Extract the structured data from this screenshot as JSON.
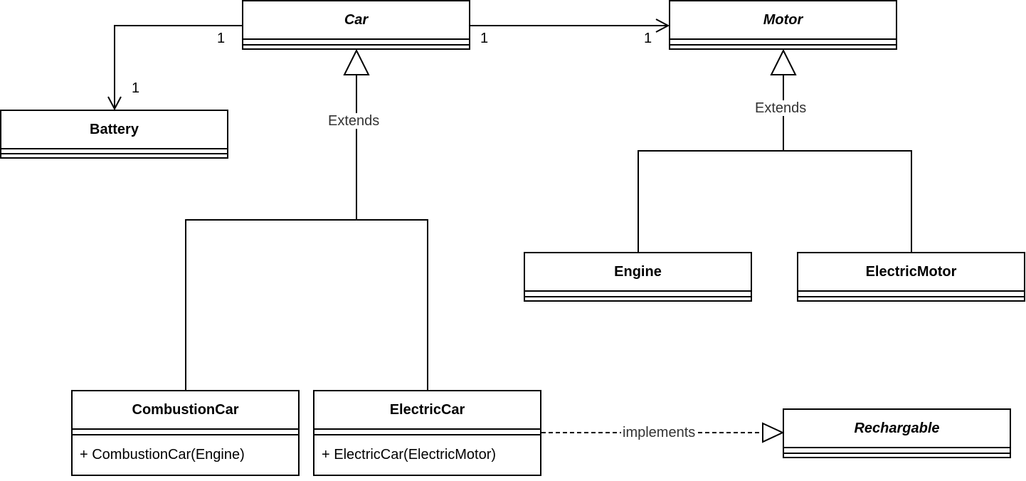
{
  "classes": {
    "car": {
      "name": "Car"
    },
    "motor": {
      "name": "Motor"
    },
    "battery": {
      "name": "Battery"
    },
    "engine": {
      "name": "Engine"
    },
    "electric_motor": {
      "name": "ElectricMotor"
    },
    "combustion_car": {
      "name": "CombustionCar",
      "members": [
        "+ CombustionCar(Engine)"
      ]
    },
    "electric_car": {
      "name": "ElectricCar",
      "members": [
        "+ ElectricCar(ElectricMotor)"
      ]
    },
    "rechargable": {
      "name": "Rechargable"
    }
  },
  "relations": {
    "car_extends_label": "Extends",
    "motor_extends_label": "Extends",
    "implements_label": "implements",
    "car_battery_mult_car": "1",
    "car_battery_mult_battery": "1",
    "car_motor_mult_car": "1",
    "car_motor_mult_motor": "1"
  }
}
